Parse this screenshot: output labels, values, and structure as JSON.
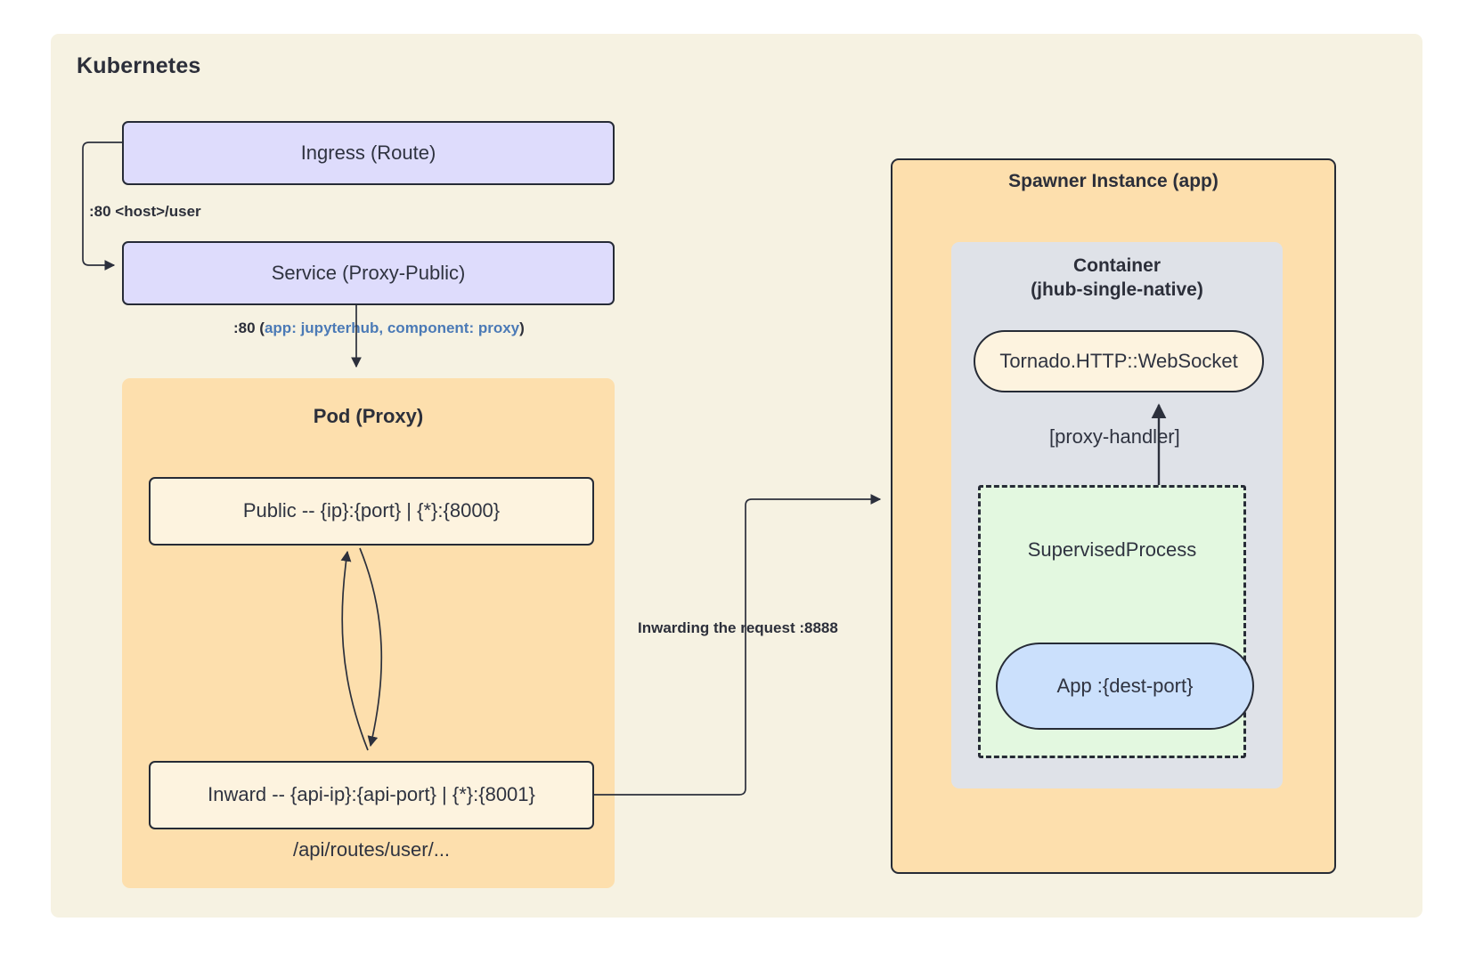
{
  "diagram": {
    "title": "Kubernetes",
    "background_color": "#f6f2e2",
    "groups": {
      "pod_proxy": {
        "title": "Pod (Proxy)",
        "color": "#fddfad"
      },
      "spawner": {
        "title": "Spawner Instance (app)",
        "color": "#fddfad"
      },
      "container": {
        "title": "Container\n(jhub-single-native)",
        "title_line1": "Container",
        "title_line2": "(jhub-single-native)",
        "color": "#dfe2e8"
      },
      "supervised": {
        "title": "SupervisedProcess",
        "color": "#e3f8e0"
      }
    },
    "nodes": {
      "ingress": {
        "label": "Ingress (Route)",
        "color": "#dedcfc"
      },
      "service": {
        "label": "Service (Proxy-Public)",
        "color": "#dedcfc"
      },
      "public": {
        "label": "Public -- {ip}:{port} | {*}:{8000}",
        "color": "#fdf3df"
      },
      "inward": {
        "label": "Inward -- {api-ip}:{api-port} | {*}:{8001}",
        "color": "#fdf3df"
      },
      "api_routes": {
        "label": "/api/routes/user/..."
      },
      "websocket": {
        "label": "Tornado.HTTP::WebSocket",
        "color": "#fdf3df"
      },
      "app": {
        "label": "App :{dest-port}",
        "color": "#cbe0fc"
      }
    },
    "edges": {
      "ingress_to_service": {
        "label": ":80 <host>/user"
      },
      "service_to_pod": {
        "label_bold": ":80 (",
        "label_accent": "app: jupyterhub, component: proxy",
        "label_close": ")",
        "accent_color": "#4b7ab6"
      },
      "inward_to_spawner": {
        "label": "Inwarding the request :8888"
      },
      "supervised_to_websocket": {
        "label": "[proxy-handler]"
      }
    }
  }
}
